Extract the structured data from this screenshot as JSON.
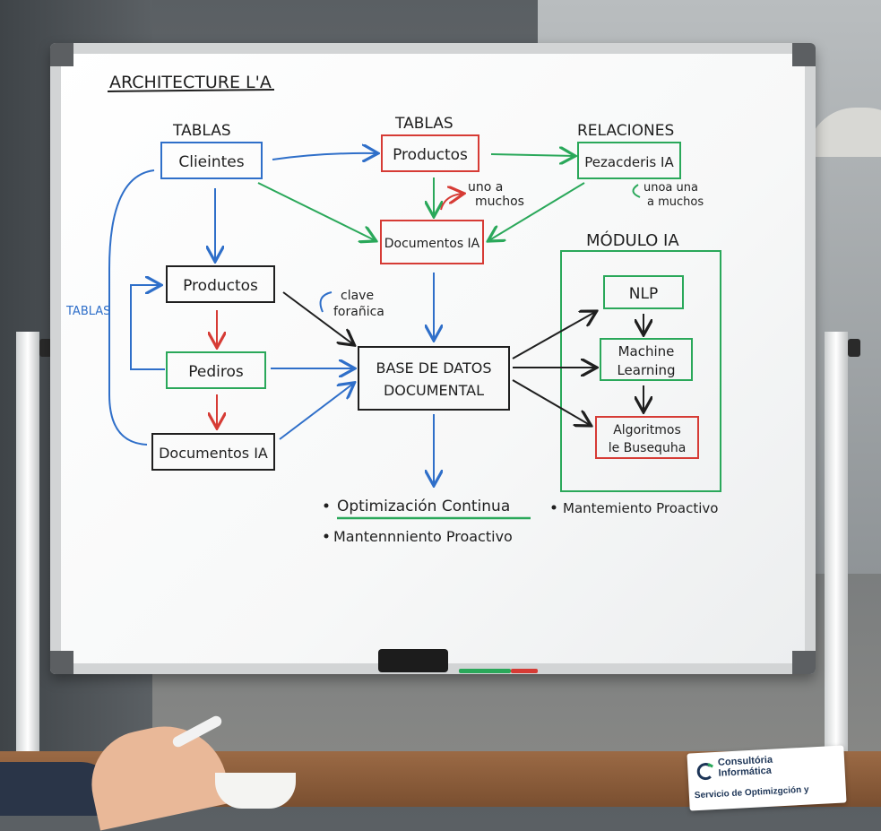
{
  "title": "ARCHITECTURE L'A",
  "headings": {
    "tablas_left": "TABLAS",
    "tablas_mid": "TABLAS",
    "relaciones": "RELACIONES",
    "tablas_side": "TABLAS",
    "modulo": "MÓDULO IA"
  },
  "nodes": {
    "clientes": "Clieintes",
    "productos_top": "Productos",
    "pezacderis": "Pezacderis IA",
    "documentos_mid": "Documentos IA",
    "productos_left": "Productos",
    "pediros": "Pediros",
    "documentos_left": "Documentos IA",
    "base_line1": "BASE DE DATOS",
    "base_line2": "DOCUMENTAL",
    "nlp": "NLP",
    "ml_line1": "Machine",
    "ml_line2": "Learning",
    "alg_line1": "Algoritmos",
    "alg_line2": "le Busequha"
  },
  "annotations": {
    "uno_a_muchos_1": "uno a",
    "uno_a_muchos_2": "muchos",
    "unoa_una_1": "unoa una",
    "unoa_una_2": "a muchos",
    "clave_1": "clave",
    "clave_2": "forañica"
  },
  "bullets": {
    "opt": "Optimización Continua",
    "mant1": "Mantennniento Proactivo",
    "mant2": "Mantemiento Proactivo"
  },
  "brand": {
    "name_line1": "Consultória",
    "name_line2": "Informática",
    "tagline": "Servicio de Optimizgción y"
  },
  "colors": {
    "blue": "#2f6fc9",
    "green": "#2aa85a",
    "red": "#d63b35",
    "black": "#1f1f1f"
  }
}
